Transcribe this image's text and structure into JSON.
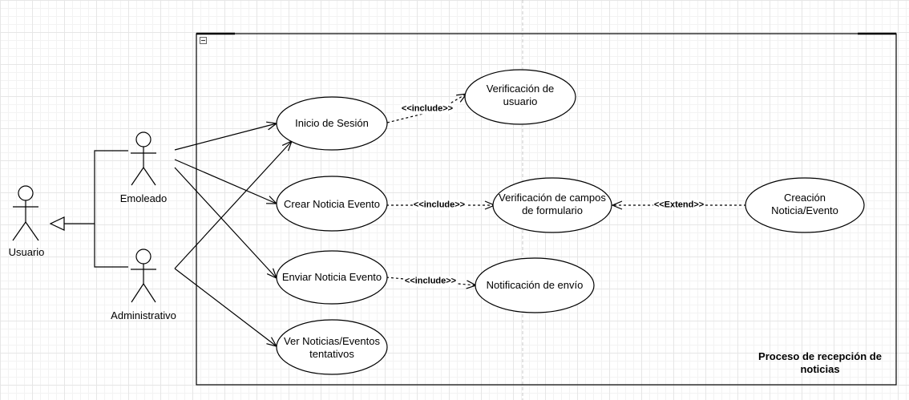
{
  "boundary": {
    "title": "Proceso de recepción de noticias"
  },
  "actors": [
    {
      "id": "emoleado",
      "label": "Emoleado"
    },
    {
      "id": "administrativo",
      "label": "Administrativo"
    },
    {
      "id": "usuario",
      "label": "Usuario"
    }
  ],
  "use_cases": [
    {
      "id": "inicio",
      "label": "Inicio de Sesión"
    },
    {
      "id": "verif_usuario",
      "label": "Verificación de usuario"
    },
    {
      "id": "crear",
      "label": "Crear Noticia Evento"
    },
    {
      "id": "verif_campos",
      "label": "Verificación de campos de formulario"
    },
    {
      "id": "creacion",
      "label": "Creación Noticia/Evento"
    },
    {
      "id": "enviar",
      "label": "Enviar Noticia Evento"
    },
    {
      "id": "notif",
      "label": "Notificación de envío"
    },
    {
      "id": "ver",
      "label": "Ver Noticias/Eventos tentativos"
    }
  ],
  "relations": [
    {
      "from": "emoleado",
      "to": "inicio",
      "type": "association"
    },
    {
      "from": "emoleado",
      "to": "crear",
      "type": "association"
    },
    {
      "from": "emoleado",
      "to": "enviar",
      "type": "association"
    },
    {
      "from": "administrativo",
      "to": "inicio",
      "type": "association"
    },
    {
      "from": "administrativo",
      "to": "ver",
      "type": "association"
    },
    {
      "from": "emoleado",
      "to": "usuario",
      "type": "generalization"
    },
    {
      "from": "administrativo",
      "to": "usuario",
      "type": "generalization"
    },
    {
      "from": "inicio",
      "to": "verif_usuario",
      "type": "include",
      "label": "<<include>>"
    },
    {
      "from": "crear",
      "to": "verif_campos",
      "type": "include",
      "label": "<<include>>"
    },
    {
      "from": "enviar",
      "to": "notif",
      "type": "include",
      "label": "<<include>>"
    },
    {
      "from": "creacion",
      "to": "verif_campos",
      "type": "extend",
      "label": "<<Extend>>"
    }
  ],
  "colors": {
    "stroke": "#000000",
    "fill": "#ffffff",
    "grid": "#e6e6e6",
    "guide": "#c8c8c8"
  }
}
